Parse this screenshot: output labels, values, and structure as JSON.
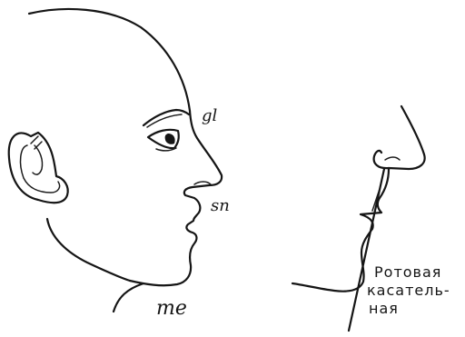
{
  "labels": {
    "glabella": "gl",
    "subnasale": "sn",
    "menton": "me",
    "tangent_line_1": "Ротовая",
    "tangent_line_2": "касатель-",
    "tangent_line_3": "ная"
  }
}
